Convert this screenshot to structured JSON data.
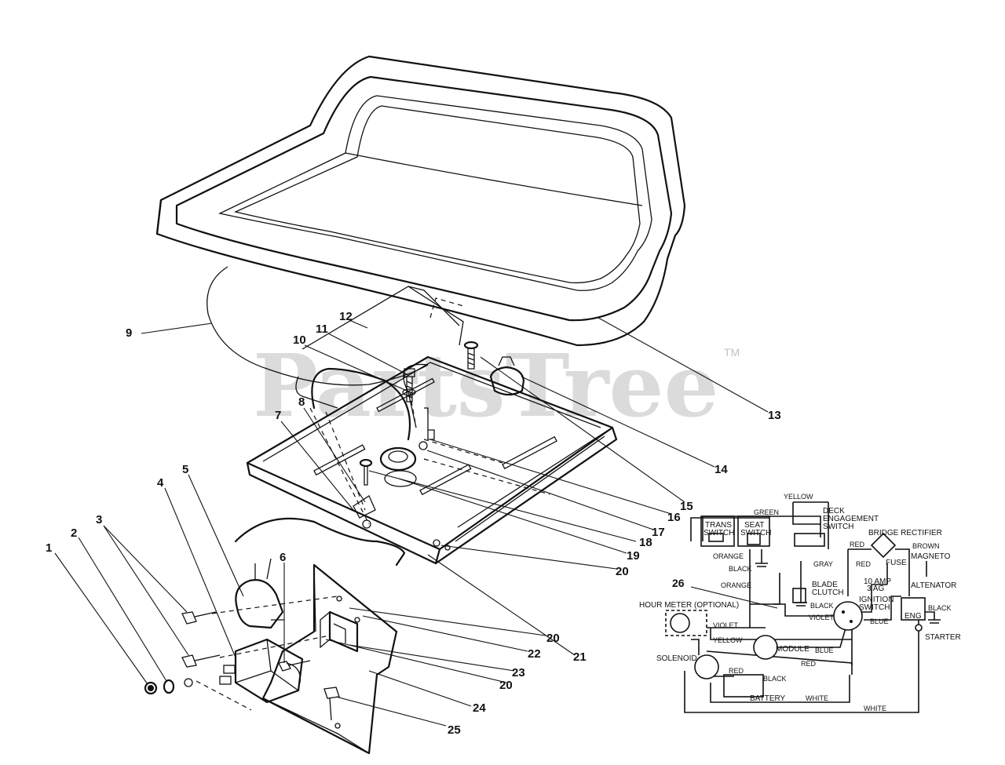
{
  "watermark": {
    "text": "PartsTree",
    "tm": "TM"
  },
  "part_labels": [
    "1",
    "2",
    "3",
    "4",
    "5",
    "6",
    "7",
    "8",
    "9",
    "10",
    "11",
    "12",
    "13",
    "14",
    "15",
    "16",
    "17",
    "18",
    "19",
    "20",
    "21",
    "20",
    "22",
    "23",
    "20",
    "24",
    "25"
  ],
  "schematic": {
    "callout": "26",
    "components": {
      "trans_switch_1": "TRANS",
      "trans_switch_2": "SWITCH",
      "seat_switch_1": "SEAT",
      "seat_switch_2": "SWITCH",
      "deck_1": "DECK",
      "deck_2": "ENGAGEMENT",
      "deck_3": "SWITCH",
      "bridge_rectifier": "BRIDGE RECTIFIER",
      "fuse": "FUSE",
      "magneto": "MAGNETO",
      "fuse_rating_1": "10 AMP",
      "fuse_rating_2": "3 AG",
      "ignition_1": "IGNITION",
      "ignition_2": "SWITCH",
      "altenator": "ALTENATOR",
      "eng": "ENG",
      "starter": "STARTER",
      "hour_meter": "HOUR METER (OPTIONAL)",
      "blade_clutch_1": "BLADE",
      "blade_clutch_2": "CLUTCH",
      "module": "MODULE",
      "solenoid": "SOLENOID",
      "battery": "BATTERY"
    },
    "wires": {
      "green": "GREEN",
      "yellow_top": "YELLOW",
      "orange_1": "ORANGE",
      "black_1": "BLACK",
      "gray": "GRAY",
      "orange_2": "ORANGE",
      "red_1": "RED",
      "red_2": "RED",
      "brown": "BROWN",
      "black_2": "BLACK",
      "violet_1": "VIOLET",
      "black_3": "BLACK",
      "blue_1": "BLUE",
      "violet_2": "VIOLET",
      "yellow_2": "YELLOW",
      "blue_2": "BLUE",
      "red_3": "RED",
      "red_4": "RED",
      "black_4": "BLACK",
      "white_1": "WHITE",
      "white_2": "WHITE"
    }
  }
}
